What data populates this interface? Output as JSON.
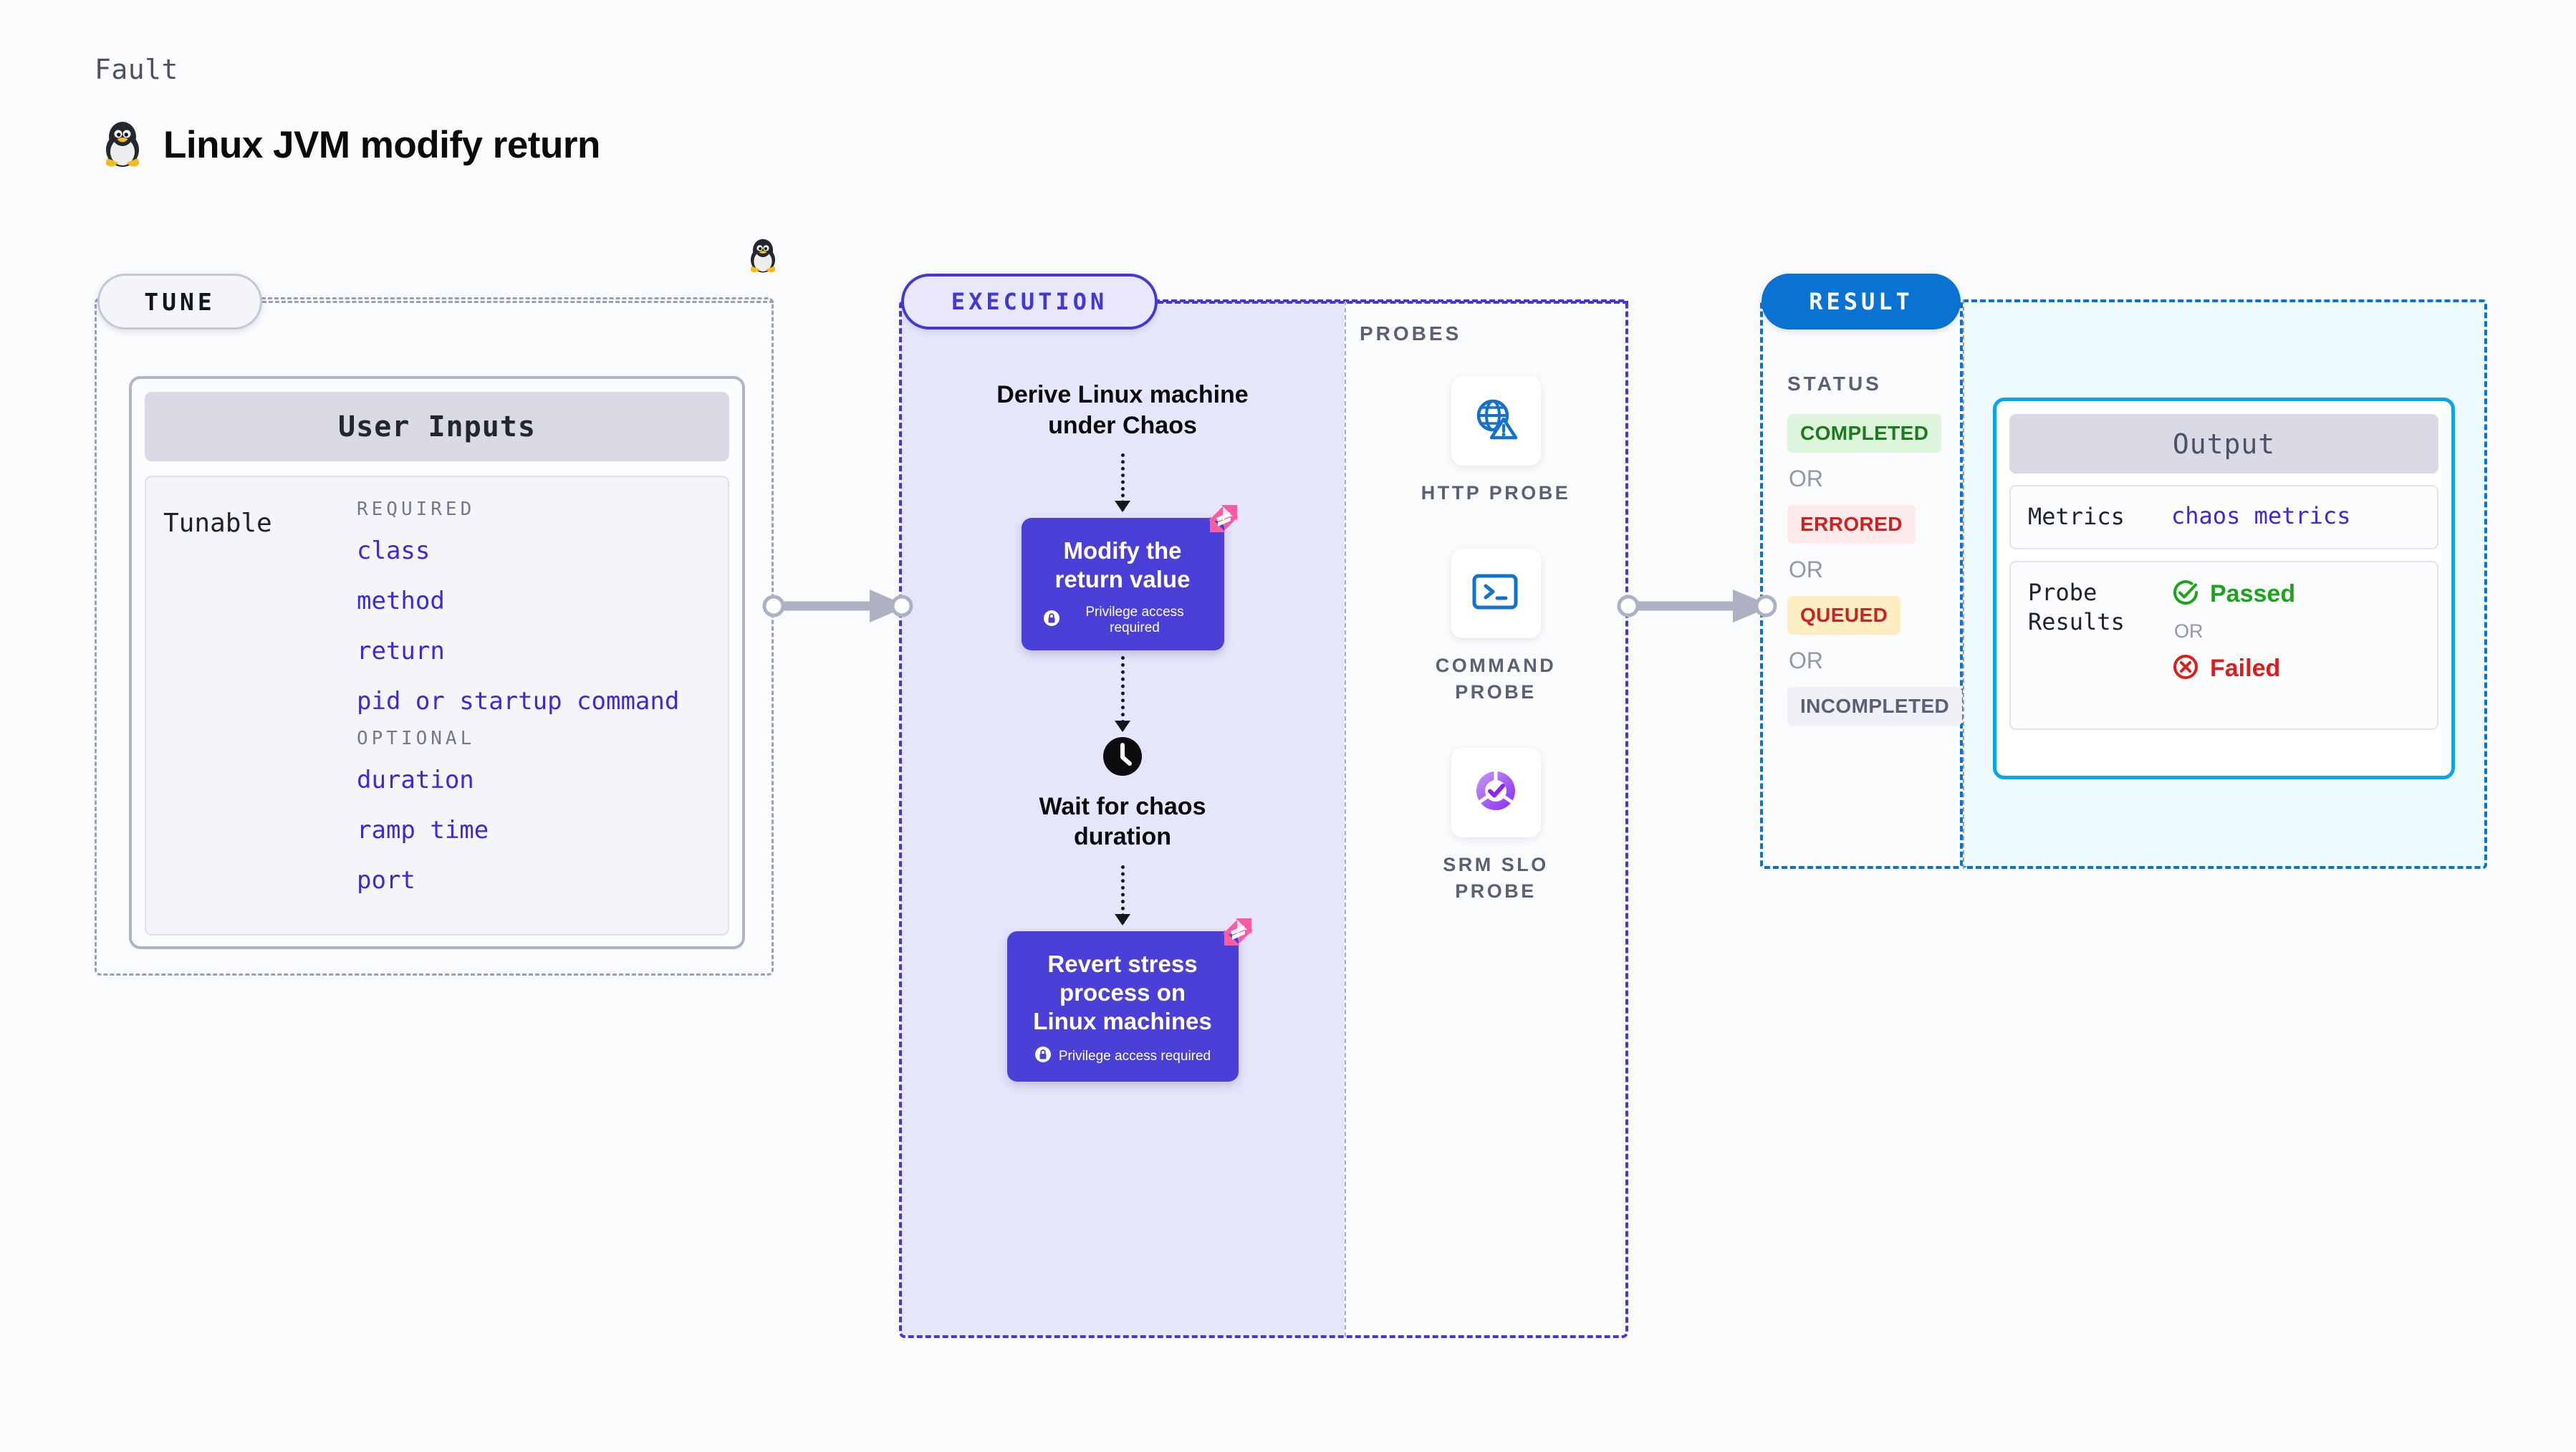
{
  "header": {
    "eyebrow": "Fault",
    "title": "Linux JVM modify return",
    "icon": "linux-penguin-icon"
  },
  "tune": {
    "pill_label": "TUNE",
    "card_title": "User Inputs",
    "tunable_label": "Tunable",
    "groups": [
      {
        "heading": "REQUIRED",
        "items": [
          "class",
          "method",
          "return",
          "pid or startup command"
        ]
      },
      {
        "heading": "OPTIONAL",
        "items": [
          "duration",
          "ramp time",
          "port"
        ]
      }
    ]
  },
  "execution": {
    "pill_label": "EXECUTION",
    "steps": [
      {
        "type": "text",
        "label": "Derive Linux machine under Chaos"
      },
      {
        "type": "card",
        "label": "Modify the return value",
        "note": "Privilege access required",
        "badge": "harness-chaos-badge-icon"
      },
      {
        "type": "clock",
        "label": "Wait for chaos duration",
        "icon": "clock-icon"
      },
      {
        "type": "card",
        "label": "Revert stress process on Linux machines",
        "note": "Privilege access required",
        "badge": "harness-chaos-badge-icon"
      }
    ]
  },
  "probes": {
    "section_label": "PROBES",
    "items": [
      {
        "caption": "HTTP PROBE",
        "icon": "globe-warning-icon"
      },
      {
        "caption": "COMMAND PROBE",
        "icon": "terminal-icon"
      },
      {
        "caption": "SRM SLO PROBE",
        "icon": "slo-donut-check-icon"
      }
    ]
  },
  "result": {
    "pill_label": "RESULT",
    "status_label": "STATUS",
    "or_label": "OR",
    "statuses": [
      {
        "label": "COMPLETED",
        "bg": "#ddf5dd",
        "color": "#1d7a1d"
      },
      {
        "label": "ERRORED",
        "bg": "#fdeaea",
        "color": "#cc2222"
      },
      {
        "label": "QUEUED",
        "bg": "#fdeec3",
        "color": "#cc2222"
      },
      {
        "label": "INCOMPLETED",
        "bg": "#eef0f5",
        "color": "#5d6074"
      }
    ],
    "output": {
      "title": "Output",
      "metrics_key": "Metrics",
      "metrics_value": "chaos metrics",
      "probe_results_key": "Probe Results",
      "passed_label": "Passed",
      "failed_label": "Failed",
      "or_label": "OR"
    }
  },
  "colors": {
    "purple": "#4a3fd6",
    "exec_border": "#4338d6",
    "result_blue": "#0a72d0",
    "output_cyan": "#09a5e8",
    "pink_badge": "#fb5ba0",
    "tunable_blue": "#3b28e0",
    "connector_gray": "#aeb1c4"
  }
}
